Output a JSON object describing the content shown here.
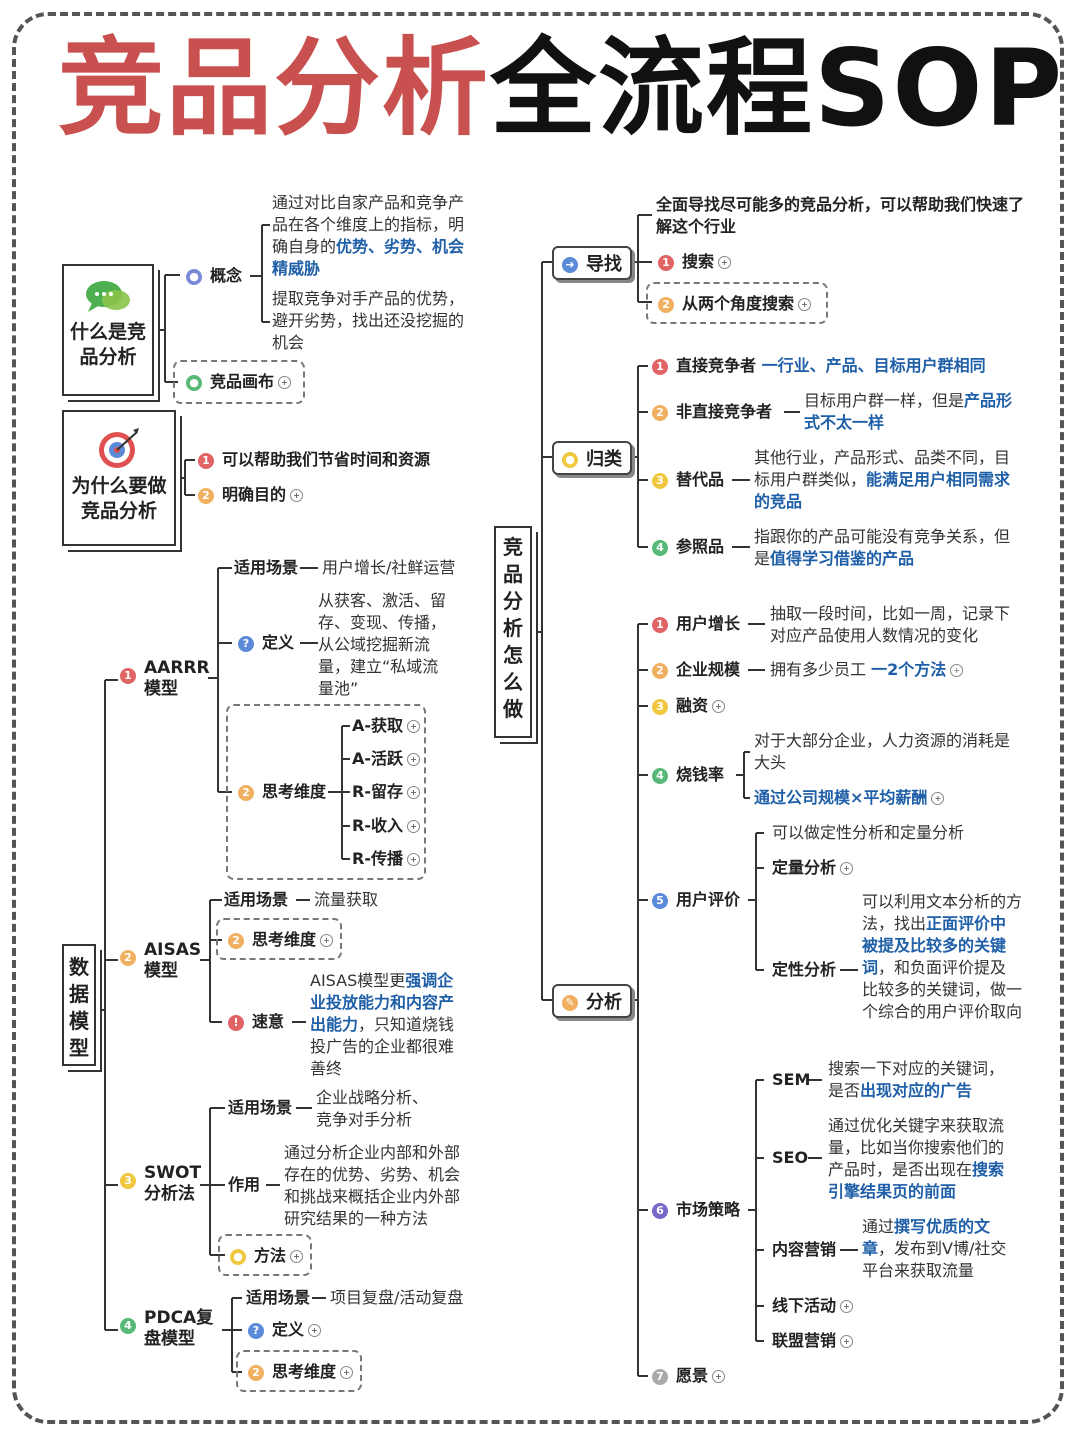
{
  "title": {
    "red": "竞品分析",
    "black": "全流程SOP"
  },
  "what": {
    "box": "什么是竞品分析",
    "concept": "概念",
    "concept_text1a": "通过对比自家产品和竞争产品在各个维度上的指标，明确自身的",
    "concept_text1b": "优势、劣势、机会",
    "concept_text1c": "精威胁",
    "concept_text2": "提取竞争对手产品的优势，避开劣势，找出还没挖掘的机会",
    "face": "竞品画布"
  },
  "why": {
    "box": "为什么要做竞品分析",
    "item1": "可以帮助我们节省时间和资源",
    "item2": "明确目的"
  },
  "models": {
    "box": "数据模型",
    "aarrr": "AARRR模型",
    "aarrr_scene": "适用场景",
    "aarrr_scene_text": "用户增长/社鲜运营",
    "aarrr_def": "定义",
    "aarrr_def_text": "从获客、激活、留存、变现、传播，从公域挖掘新流量，建立“私域流量池”",
    "aarrr_dim": "思考维度",
    "aarrr_dims": [
      "A-获取",
      "A-活跃",
      "R-留存",
      "R-收入",
      "R-传播"
    ],
    "aisas": "AISAS模型",
    "aisas_scene": "适用场景",
    "aisas_scene_text": "流量获取",
    "aisas_dim": "思考维度",
    "aisas_note": "速意",
    "aisas_note_a": "AISAS模型更",
    "aisas_note_b": "强调企业投放能力和内容产出能力",
    "aisas_note_c": "，只知道烧钱投广告的企业都很难善终",
    "swot": "SWOT分析法",
    "swot_scene": "适用场景",
    "swot_scene_text": "企业战略分析、竞争对手分析",
    "swot_use": "作用",
    "swot_use_text": "通过分析企业内部和外部存在的优势、劣势、机会和挑战来概括企业内外部研究结果的一种方法",
    "swot_method": "方法",
    "pdca": "PDCA复盘模型",
    "pdca_scene": "适用场景",
    "pdca_scene_text": "项目复盘/活动复盘",
    "pdca_def": "定义",
    "pdca_dim": "思考维度"
  },
  "center": "竞品分析怎么做",
  "find": {
    "label": "导找",
    "top_text": "全面导找尽可能多的竞品分析，可以帮助我们快速了解这个行业",
    "search": "搜索",
    "angle": "从两个角度搜索"
  },
  "classify": {
    "label": "归类",
    "direct": "直接竞争者",
    "direct_text": "一行业、产品、目标用户群相同",
    "indirect": "非直接竞争者",
    "indirect_text_a": "目标用户群一样，但是",
    "indirect_text_b": "产品形式不太一样",
    "substitute": "替代品",
    "substitute_text_a": "其他行业，产品形式、品类不同，目标用户群类似，",
    "substitute_text_b": "能满足用户相同需求的竞品",
    "reference": "参照品",
    "reference_text_a": "指跟你的产品可能没有竞争关系，但是",
    "reference_text_b": "值得学习借鉴的产品"
  },
  "analyze": {
    "label": "分析",
    "growth": "用户增长",
    "growth_text": "抽取一段时间，比如一周，记录下对应产品使用人数情况的变化",
    "scale": "企业规模",
    "scale_text": "拥有多少员工",
    "scale_methods": "一2个方法",
    "funding": "融资",
    "burn": "烧钱率",
    "burn_text": "对于大部分企业，人力资源的消耗是大头",
    "burn_formula": "通过公司规模×平均薪酬",
    "review": "用户评价",
    "review_text": "可以做定性分析和定量分析",
    "quant": "定量分析",
    "qual": "定性分析",
    "qual_text_a": "可以利用文本分析的方法，找出",
    "qual_text_b": "正面评价中被提及比较多的关键词",
    "qual_text_c": "，和负面评价提及比较多的关键词，做一个综合的用户评价取向",
    "market": "市场策略",
    "sem": "SEM",
    "sem_text_a": "搜索一下对应的关键词，是否",
    "sem_text_b": "出现对应的广告",
    "seo": "SEO",
    "seo_text_a": "通过优化关键字来获取流量，比如当你搜索他们的产品时，是否出现在",
    "seo_text_b": "搜索引擎结果页的前面",
    "content": "内容营销",
    "content_text_a": "通过",
    "content_text_b": "撰写优质的文章",
    "content_text_c": "，发布到V博/社交平台来获取流量",
    "offline": "线下活动",
    "alliance": "联盟营销",
    "vision": "愿景"
  },
  "colors": {
    "accent_red": "#c8504e",
    "highlight_blue": "#1f5fa8"
  }
}
